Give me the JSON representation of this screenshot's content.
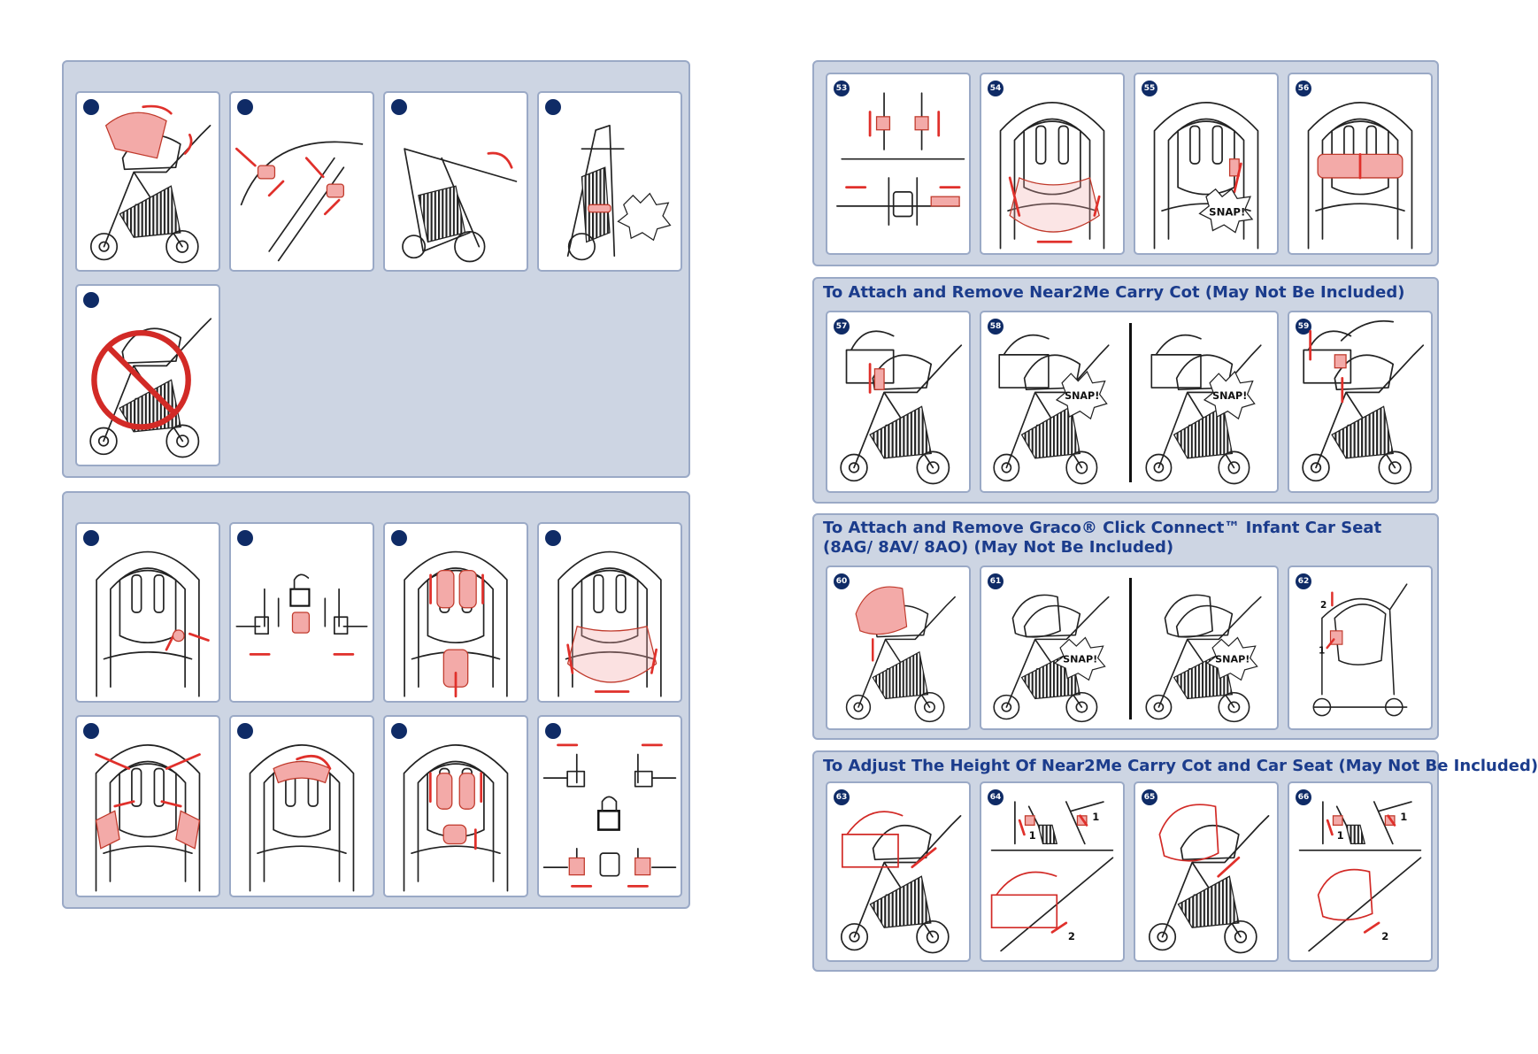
{
  "colors": {
    "section_bg": "#cdd5e3",
    "section_border": "#9aa9c6",
    "heading": "#1b3c8c",
    "badge": "#0f2b66",
    "accent": "#e0302b",
    "highlight": "#f3aaa8"
  },
  "sections": {
    "carry_cot": {
      "title": "To Attach and Remove Near2Me Carry Cot (May Not Be Included)"
    },
    "car_seat": {
      "title_line1": "To Attach and Remove Graco® Click Connect™ Infant Car Seat",
      "title_line2": "(8AG/ 8AV/ 8AO) (May Not Be Included)"
    },
    "adjust_height": {
      "title": "To Adjust The Height Of Near2Me Carry Cot and Car Seat (May Not Be Included)"
    }
  },
  "steps": {
    "s53": "53",
    "s54": "54",
    "s55": "55",
    "s56": "56",
    "s57": "57",
    "s58": "58",
    "s59": "59",
    "s60": "60",
    "s61": "61",
    "s62": "62",
    "s63": "63",
    "s64": "64",
    "s65": "65",
    "s66": "66"
  },
  "labels": {
    "snap": "SNAP!",
    "one": "1",
    "two": "2"
  }
}
